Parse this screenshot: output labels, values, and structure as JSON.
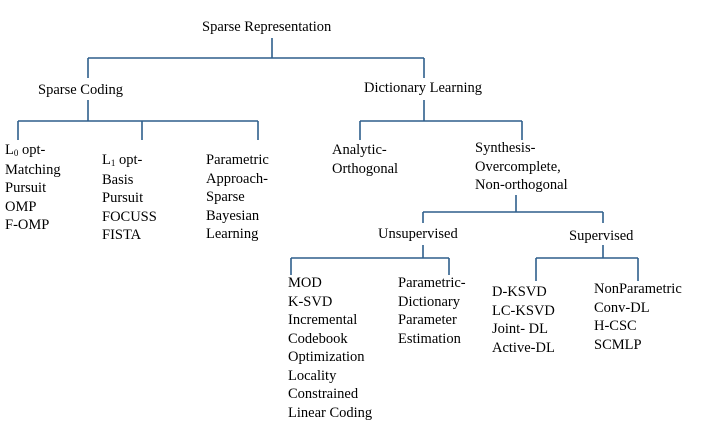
{
  "diagram": {
    "line_color": "#2E5F8C",
    "text_color": "#000000",
    "nodes": {
      "root": {
        "label": "Sparse Representation"
      },
      "sparse_coding": {
        "label": "Sparse Coding"
      },
      "dictionary_learning": {
        "label": "Dictionary Learning"
      },
      "l0": {
        "prefix": "L",
        "subscript": "0",
        "first_line_rest": " opt-",
        "lines": [
          "Matching",
          "Pursuit",
          "OMP",
          "F-OMP"
        ]
      },
      "l1": {
        "prefix": "L",
        "subscript": "1",
        "first_line_rest": " opt-",
        "lines": [
          "Basis",
          "Pursuit",
          "FOCUSS",
          "FISTA"
        ]
      },
      "parametric_approach": {
        "lines": [
          "Parametric",
          "Approach-",
          "Sparse",
          "Bayesian",
          "Learning"
        ]
      },
      "analytic": {
        "lines": [
          "Analytic-",
          "Orthogonal"
        ]
      },
      "synthesis": {
        "lines": [
          "Synthesis-",
          "Overcomplete,",
          "Non-orthogonal"
        ]
      },
      "unsupervised": {
        "label": "Unsupervised"
      },
      "supervised": {
        "label": "Supervised"
      },
      "mod": {
        "lines": [
          "MOD",
          "K-SVD",
          "Incremental",
          "Codebook",
          "Optimization",
          "Locality",
          "Constrained",
          "Linear Coding"
        ]
      },
      "parametric_dictionary": {
        "lines": [
          "Parametric-",
          "Dictionary",
          "Parameter",
          "Estimation"
        ]
      },
      "dksvd": {
        "lines": [
          "D-KSVD",
          "LC-KSVD",
          "Joint- DL",
          "Active-DL"
        ]
      },
      "nonparametric": {
        "lines": [
          "NonParametric",
          "Conv-DL",
          "H-CSC",
          "SCMLP"
        ]
      }
    }
  }
}
